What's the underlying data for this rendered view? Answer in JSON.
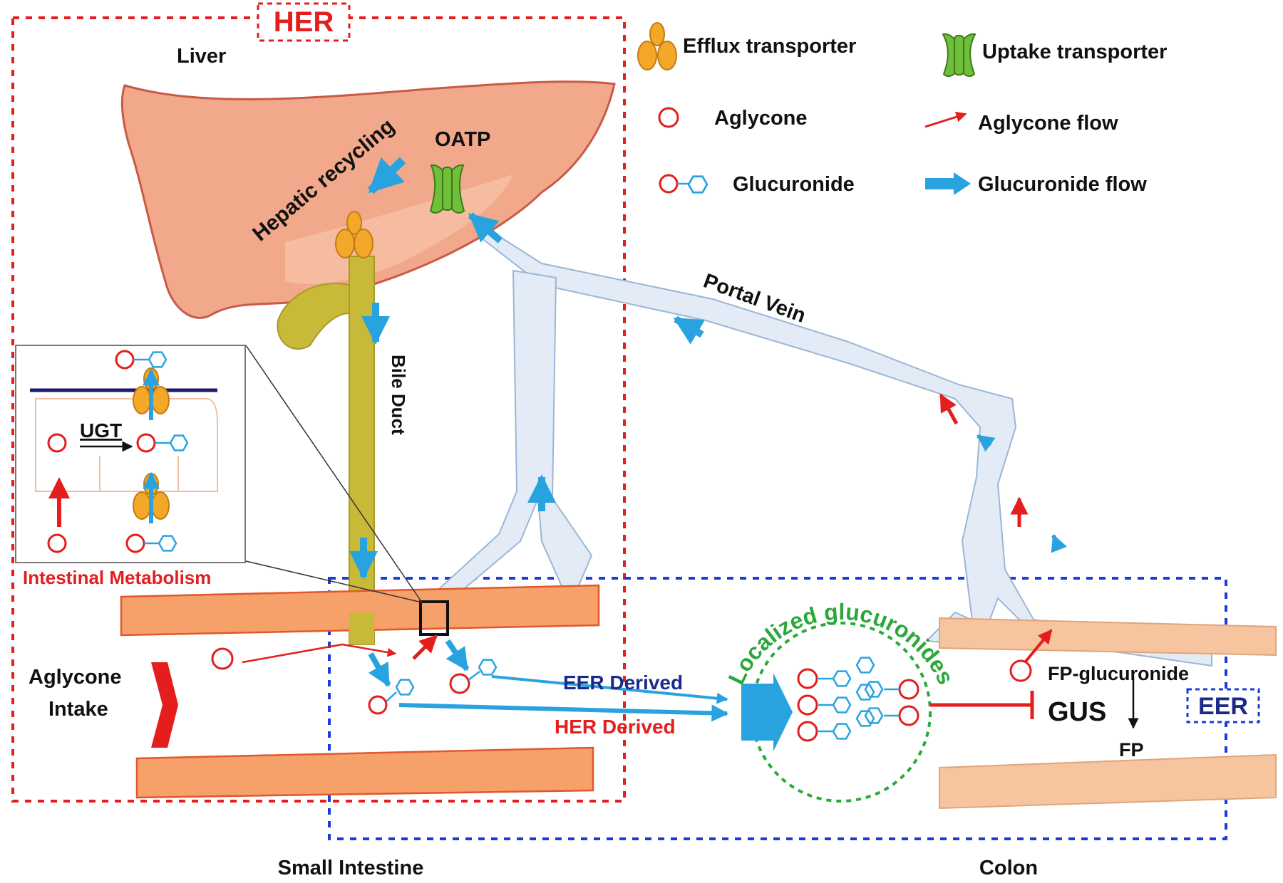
{
  "regions": {
    "her_tag": "HER",
    "eer_tag": "EER",
    "small_intestine": "Small Intestine",
    "colon": "Colon"
  },
  "legend": {
    "efflux": "Efflux transporter",
    "uptake": "Uptake transporter",
    "aglycone": "Aglycone",
    "glucuronide": "Glucuronide",
    "aglycone_flow": "Aglycone flow",
    "glucuronide_flow": "Glucuronide flow"
  },
  "labels": {
    "liver": "Liver",
    "hepatic_recycling": "Hepatic recycling",
    "oatp": "OATP",
    "bile_duct": "Bile Duct",
    "portal_vein": "Portal Vein",
    "ugt": "UGT",
    "intestinal_metabolism": "Intestinal Metabolism",
    "aglycone_intake_1": "Aglycone",
    "aglycone_intake_2": "Intake",
    "eer_derived": "EER Derived",
    "her_derived": "HER  Derived",
    "localized": "Localized glucuronides",
    "fp_glucuronide": "FP-glucuronide",
    "gus": "GUS",
    "fp": "FP"
  },
  "colors": {
    "red": "#e41d1d",
    "blue": "#29a3e0",
    "navy": "#1c2a8c",
    "green": "#2aa83a",
    "liver": "#f2a88a",
    "bile": "#c9b938",
    "vein": "#e3ecf6",
    "transporter_orange": "#f4a82a",
    "transporter_green": "#6fbf3b",
    "gut": "#f6a06a",
    "colon": "#f6c49e"
  }
}
